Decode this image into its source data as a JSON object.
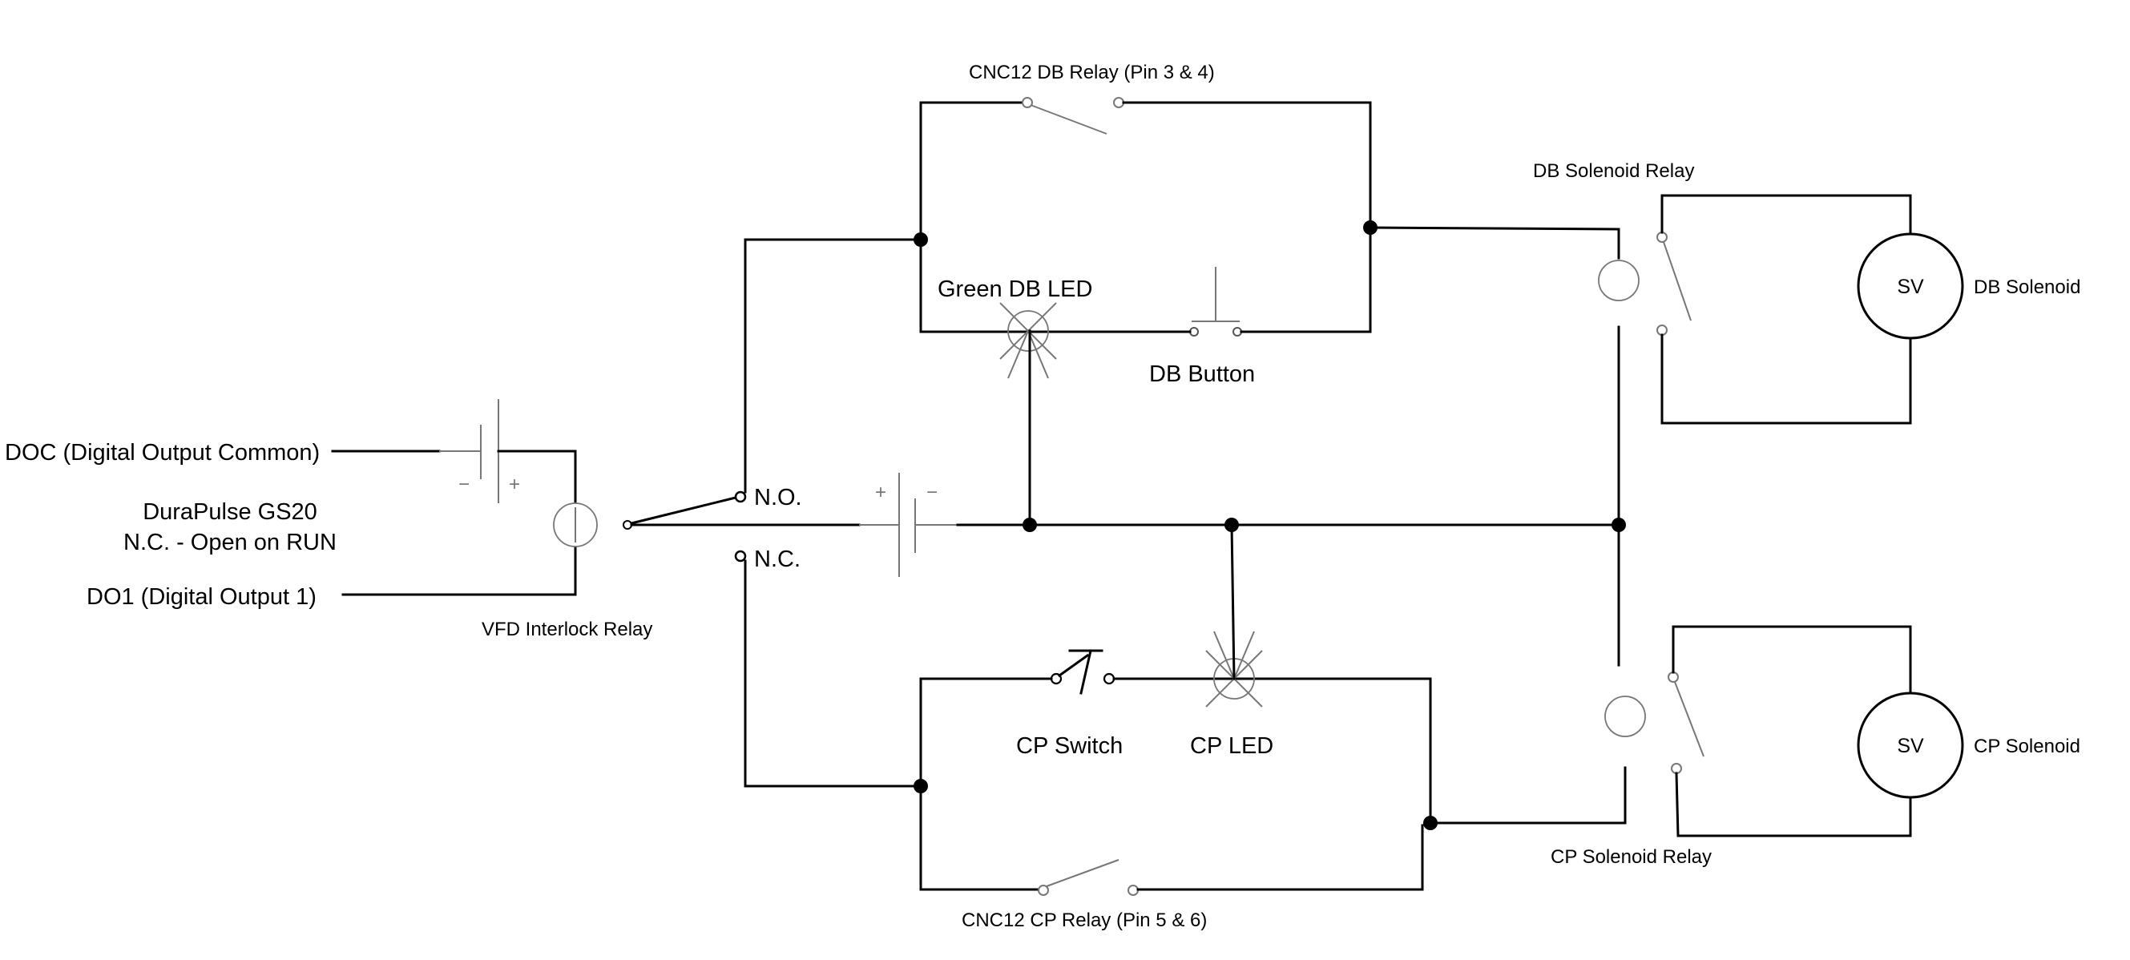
{
  "labels": {
    "doc": "DOC (Digital Output Common)",
    "duralpulse_line1": "DuraPulse GS20",
    "duralpulse_line2": "N.C. - Open on RUN",
    "do1": "DO1 (Digital Output 1)",
    "vfd_relay": "VFD Interlock Relay",
    "no": "N.O.",
    "nc": "N.C.",
    "cnc12_db_relay": "CNC12 DB Relay (Pin 3 & 4)",
    "green_db_led": "Green DB LED",
    "db_button": "DB Button",
    "db_solenoid_relay": "DB Solenoid Relay",
    "db_solenoid": "DB Solenoid",
    "cp_switch": "CP Switch",
    "cp_led": "CP LED",
    "cnc12_cp_relay": "CNC12 CP Relay (Pin 5 & 6)",
    "cp_solenoid_relay": "CP Solenoid Relay",
    "cp_solenoid": "CP Solenoid",
    "sv_db": "SV",
    "sv_cp": "SV"
  },
  "polarity": {
    "minus_left": "−",
    "plus_left": "+",
    "plus_right": "+",
    "minus_right": "−"
  }
}
